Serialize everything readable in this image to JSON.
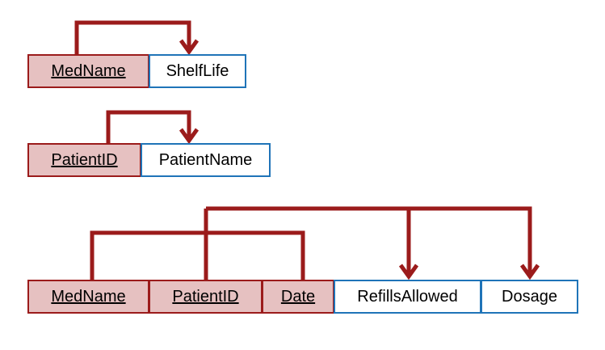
{
  "relations": [
    {
      "keys": [
        "MedName"
      ],
      "attributes": [
        "ShelfLife"
      ]
    },
    {
      "keys": [
        "PatientID"
      ],
      "attributes": [
        "PatientName"
      ]
    },
    {
      "keys": [
        "MedName",
        "PatientID",
        "Date"
      ],
      "attributes": [
        "RefillsAllowed",
        "Dosage"
      ]
    }
  ],
  "colors": {
    "key_fill": "#e6c1c1",
    "key_border": "#9b1b1b",
    "attribute_border": "#1f74b8",
    "arrow": "#9b1b1b"
  }
}
